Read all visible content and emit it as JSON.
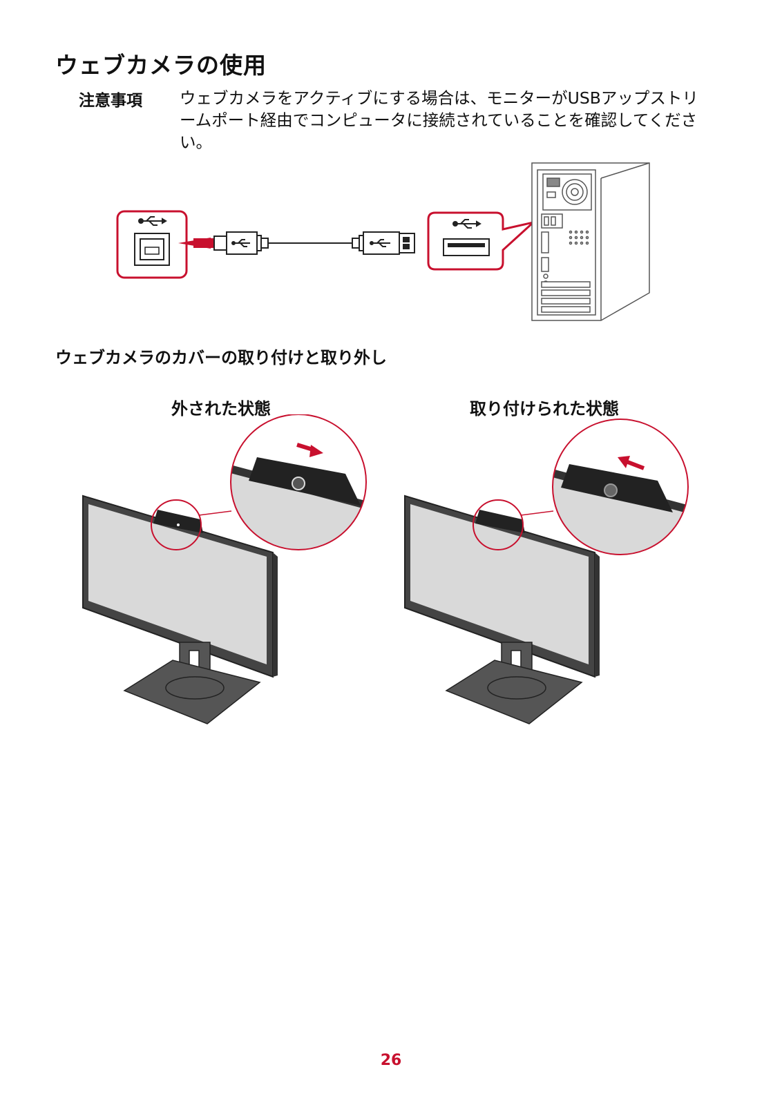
{
  "page": {
    "title": "ウェブカメラの使用",
    "page_number": "26"
  },
  "note": {
    "label": "注意事項",
    "text": "ウェブカメラをアクティブにする場合は、モニターがUSBアップストリームポート経由でコンピュータに接続されていることを確認してください。"
  },
  "cover_section": {
    "title": "ウェブカメラのカバーの取り付けと取り外し",
    "removed_label": "外された状態",
    "attached_label": "取り付けられた状態"
  },
  "colors": {
    "accent_red": "#c8102e",
    "screen_gray": "#d9d9d9",
    "stand_gray": "#555555"
  }
}
